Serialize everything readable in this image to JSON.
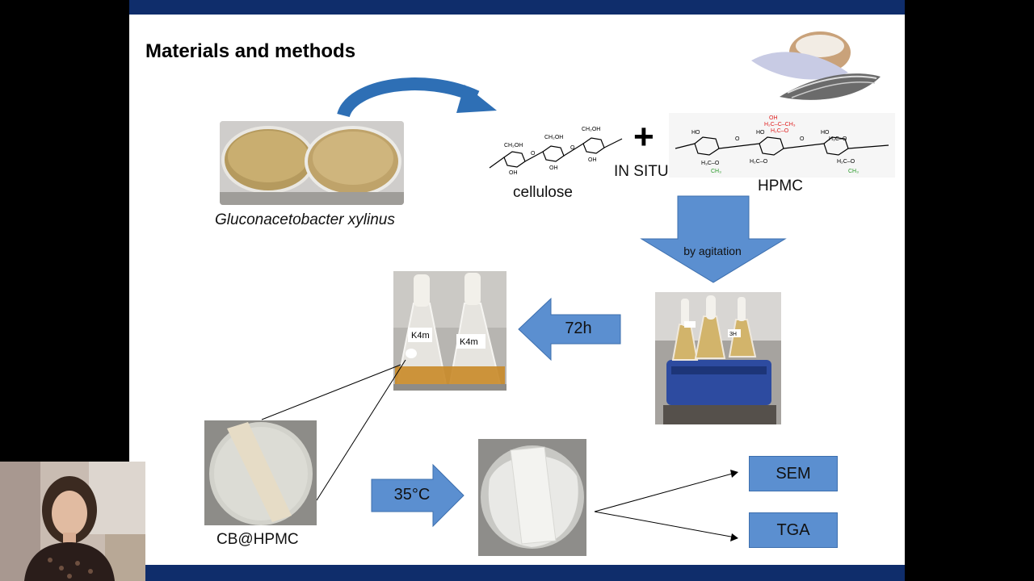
{
  "slide": {
    "title": "Materials and methods",
    "organism_label": "Gluconacetobacter xylinus",
    "cellulose_label": "cellulose",
    "in_situ_label": "IN SITU",
    "plus_symbol": "+",
    "hpmc_label": "HPMC",
    "agitation_label": "by agitation",
    "time_label": "72h",
    "product_label": "CB@HPMC",
    "temperature_label": "35°C",
    "analysis": [
      "SEM",
      "TGA"
    ],
    "flask_labels": [
      "K4m",
      "K4m",
      "3H"
    ]
  },
  "colors": {
    "bar": "#0f2d6b",
    "arrow_fill": "#5b8fd0",
    "curve_arrow": "#2e6fb5",
    "hpmc_red": "#e02020",
    "hpmc_green": "#2a9a2a"
  },
  "icons": [
    "plus-icon",
    "curved-arrow-icon",
    "down-arrow-icon",
    "left-arrow-icon",
    "right-arrow-icon"
  ]
}
